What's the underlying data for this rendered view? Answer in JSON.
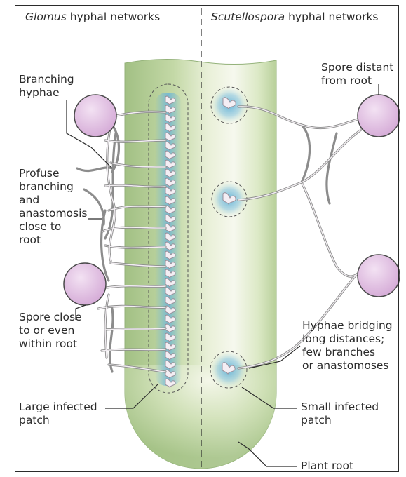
{
  "headers": {
    "left_genus": "Glomus",
    "left_rest": " hyphal networks",
    "right_genus": "Scutellospora",
    "right_rest": " hyphal networks"
  },
  "labels": {
    "branching_hyphae": "Branching\nhyphae",
    "profuse_branching": "Profuse\nbranching\nand\nanastomosis\nclose to\nroot",
    "spore_close": "Spore close\nto or even\nwithin root",
    "large_patch": "Large infected\npatch",
    "spore_distant": "Spore distant\nfrom root",
    "hyphae_bridging": "Hyphae bridging\nlong distances;\nfew branches\nor anastomoses",
    "small_patch": "Small infected\npatch",
    "plant_root": "Plant root"
  },
  "colors": {
    "root_green": "#a8c688",
    "root_light": "#f4f7ea",
    "infection_blue": "#6fb6d6",
    "spore_fill": "#e2c2e2",
    "spore_stroke": "#4a4a4a",
    "hyphae_stroke": "#8c8c8c",
    "hyphae_fill": "#f2eef2"
  }
}
